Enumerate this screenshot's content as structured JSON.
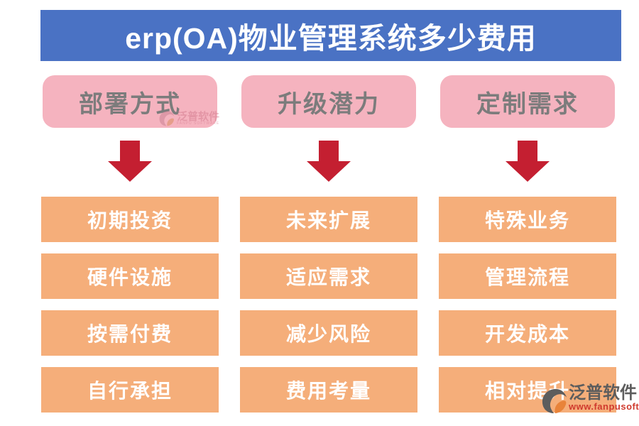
{
  "title": "erp(OA)物业管理系统多少费用",
  "columns": [
    {
      "header": "部署方式",
      "items": [
        "初期投资",
        "硬件设施",
        "按需付费",
        "自行承担"
      ]
    },
    {
      "header": "升级潜力",
      "items": [
        "未来扩展",
        "适应需求",
        "减少风险",
        "费用考量"
      ]
    },
    {
      "header": "定制需求",
      "items": [
        "特殊业务",
        "管理流程",
        "开发成本",
        "相对提升"
      ]
    }
  ],
  "watermarks": {
    "inline": {
      "brand": "泛普软件",
      "subtext": "FANPU SOFTWARE"
    },
    "corner": {
      "brand": "泛普软件",
      "url": "www.fanpusoft.com"
    }
  },
  "colors": {
    "banner": "#4a72c4",
    "category": "#f5b3bf",
    "category_text": "#7c7c7c",
    "item": "#f5ae7a",
    "item_text": "#ffffff",
    "arrow": "#c41f31",
    "watermark_url": "#cf3a2e"
  }
}
